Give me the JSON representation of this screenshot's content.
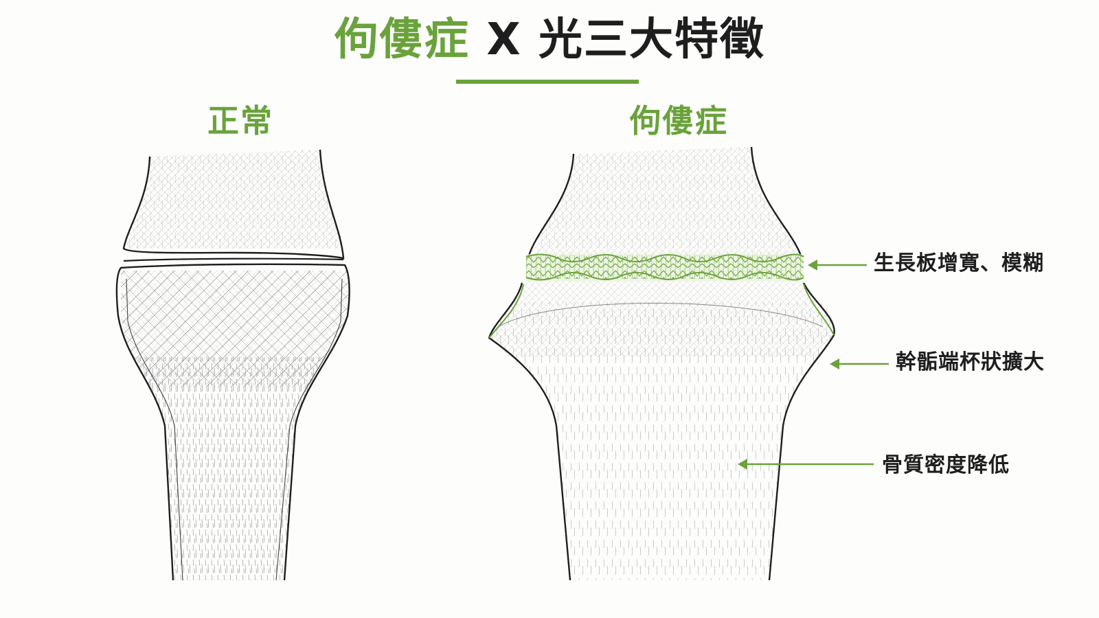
{
  "title": {
    "part1": "佝僂症",
    "part2": "X 光三大特徵"
  },
  "labels": {
    "normal": "正常",
    "rickets": "佝僂症"
  },
  "annotations": {
    "growth_plate": "生長板增寬、模糊",
    "metaphysis": "幹骺端杯狀擴大",
    "density": "骨質密度降低"
  },
  "colors": {
    "accent": "#6aa23b",
    "text": "#1e1e1e",
    "line": "#2a2a2a"
  }
}
